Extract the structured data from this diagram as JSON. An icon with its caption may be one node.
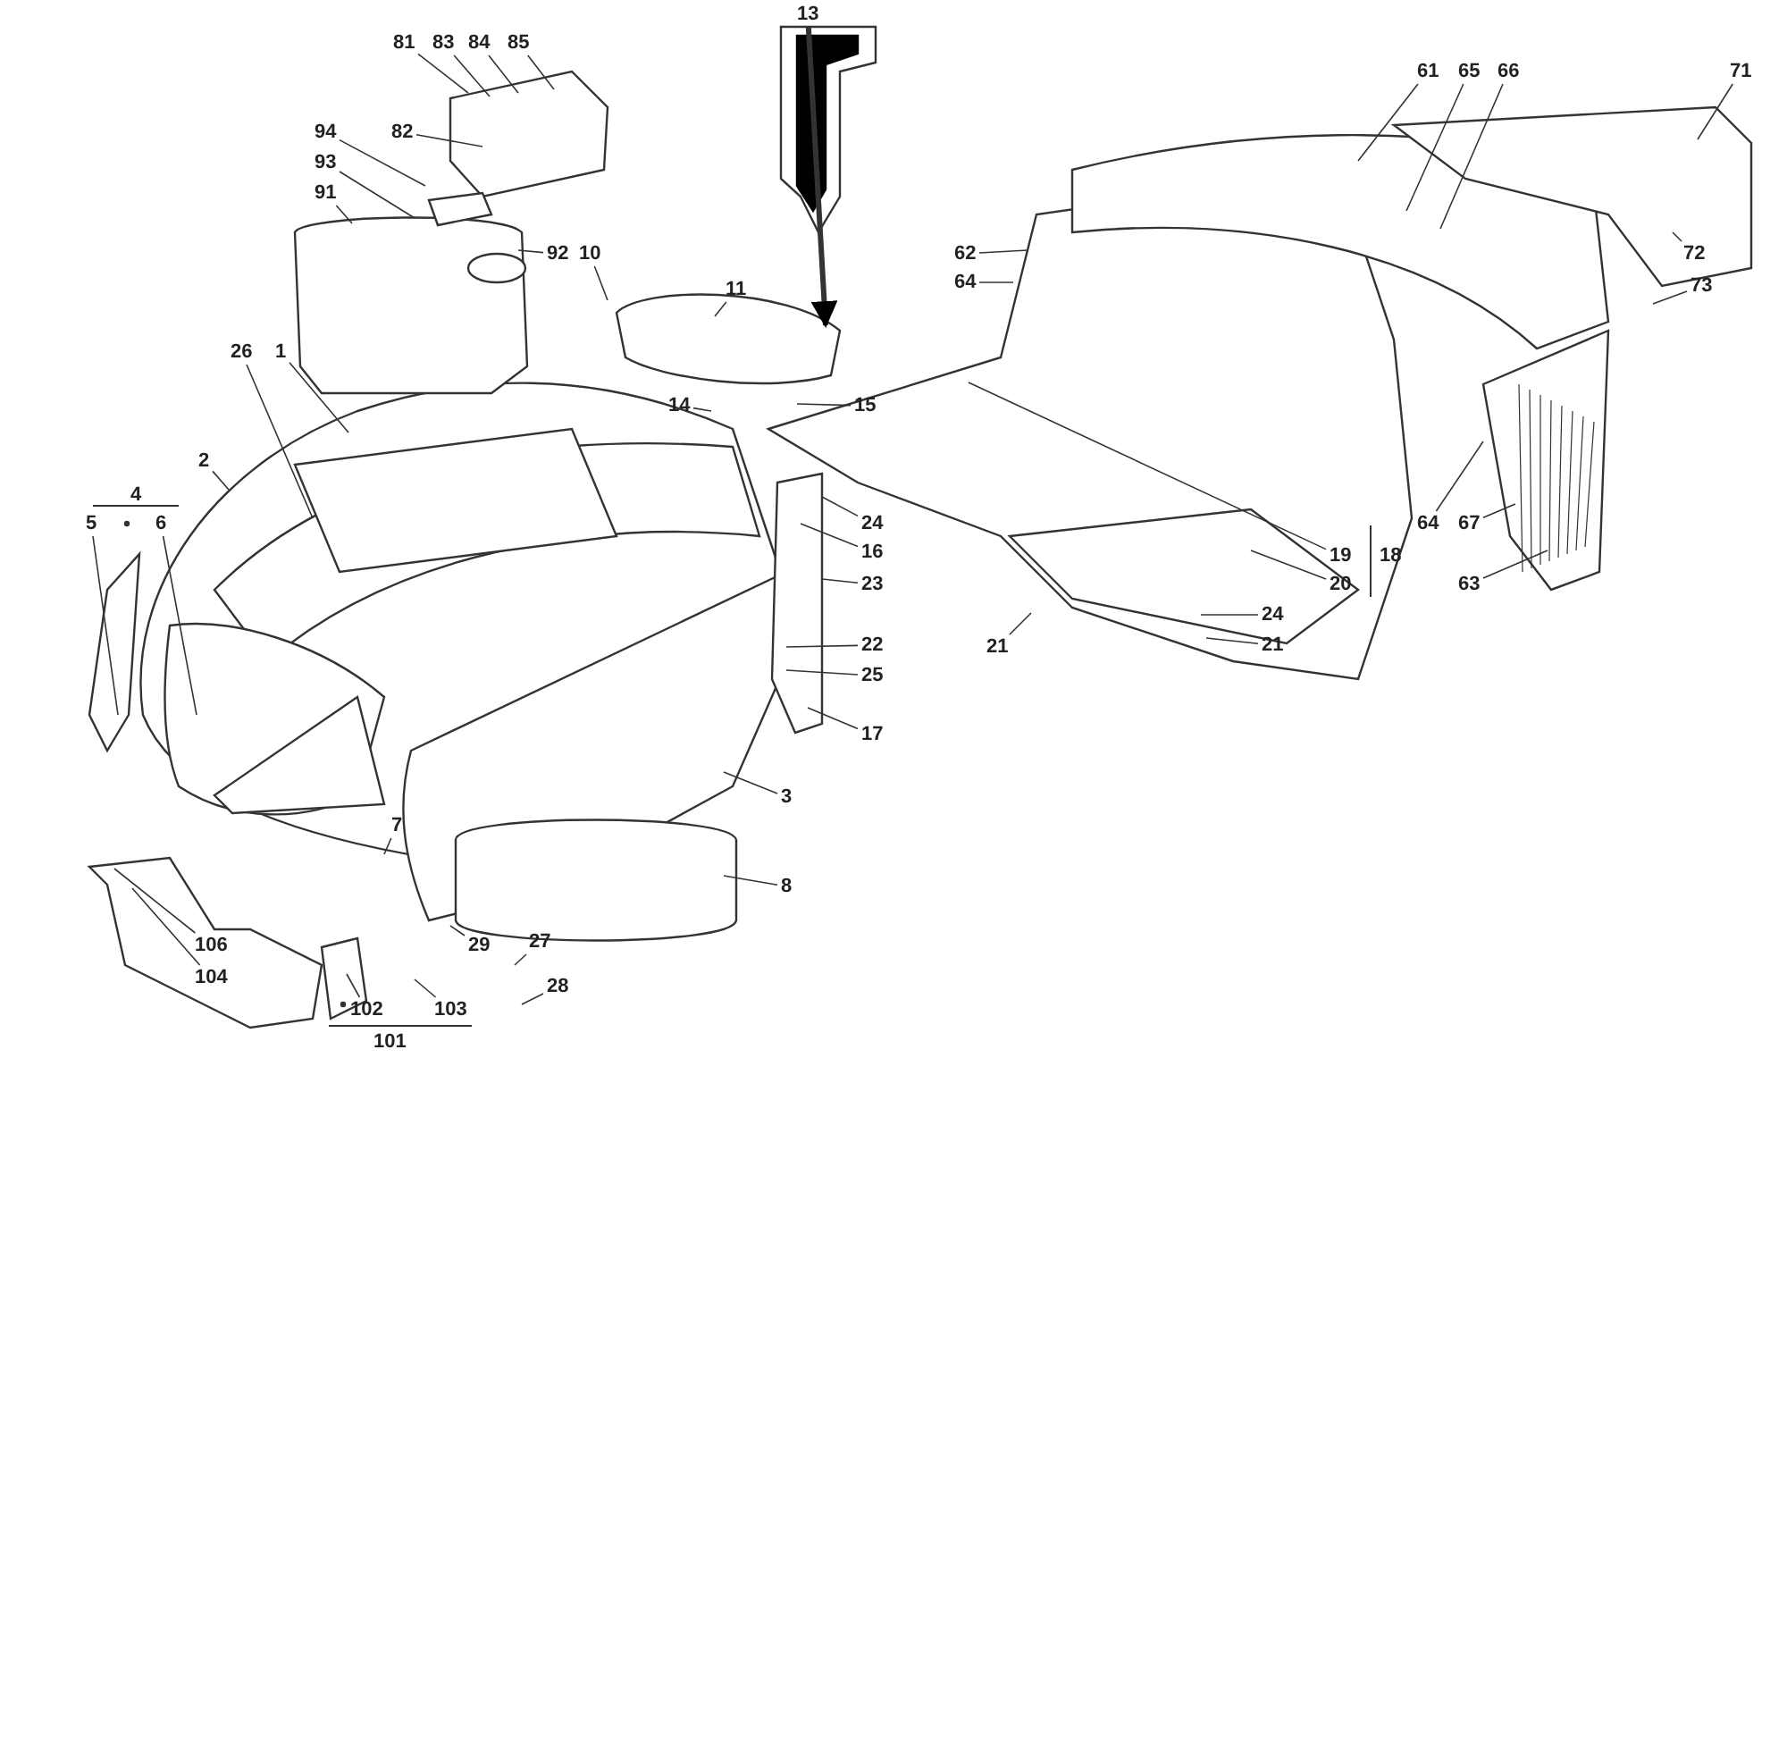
{
  "diagram": {
    "nodes": [
      {
        "text": [
          "13"
        ]
      },
      {
        "text": [
          "81"
        ]
      },
      {
        "text": [
          "83"
        ]
      },
      {
        "text": [
          "84"
        ]
      },
      {
        "text": [
          "85"
        ]
      },
      {
        "text": [
          "61"
        ]
      },
      {
        "text": [
          "65"
        ]
      },
      {
        "text": [
          "66"
        ]
      },
      {
        "text": [
          "71"
        ]
      },
      {
        "text": [
          "94"
        ]
      },
      {
        "text": [
          "82"
        ]
      },
      {
        "text": [
          "93"
        ]
      },
      {
        "text": [
          "91"
        ]
      },
      {
        "text": [
          "62"
        ]
      },
      {
        "text": [
          "92"
        ]
      },
      {
        "text": [
          "10"
        ]
      },
      {
        "text": [
          "11"
        ]
      },
      {
        "text": [
          "72"
        ]
      },
      {
        "text": [
          "73"
        ]
      },
      {
        "text": [
          "64"
        ]
      },
      {
        "text": [
          "26"
        ]
      },
      {
        "text": [
          "1"
        ]
      },
      {
        "text": [
          "14"
        ]
      },
      {
        "text": [
          "15"
        ]
      },
      {
        "text": [
          "19"
        ]
      },
      {
        "text": [
          "20"
        ]
      },
      {
        "text": [
          "2"
        ]
      },
      {
        "text": [
          "5"
        ]
      },
      {
        "text": [
          "6"
        ]
      },
      {
        "text": [
          "24"
        ]
      },
      {
        "text": [
          "64"
        ]
      },
      {
        "text": [
          "67"
        ]
      },
      {
        "text": [
          "16"
        ]
      },
      {
        "text": [
          "23"
        ]
      },
      {
        "text": [
          "63"
        ]
      },
      {
        "text": [
          "21"
        ]
      },
      {
        "text": [
          "24"
        ]
      },
      {
        "text": [
          "21"
        ]
      },
      {
        "text": [
          "22"
        ]
      },
      {
        "text": [
          "25"
        ]
      },
      {
        "text": [
          "17"
        ]
      },
      {
        "text": [
          "3"
        ]
      },
      {
        "text": [
          "7"
        ]
      },
      {
        "text": [
          "8"
        ]
      },
      {
        "text": [
          "106"
        ]
      },
      {
        "text": [
          "29"
        ]
      },
      {
        "text": [
          "27"
        ]
      },
      {
        "text": [
          "104"
        ]
      },
      {
        "text": [
          "28"
        ]
      },
      {
        "text": [
          "102"
        ]
      },
      {
        "text": [
          "103"
        ]
      }
    ],
    "edges": [
      {
        "from": 0,
        "to": null,
        "arrow": "to",
        "style": "thick"
      },
      {
        "from": 1,
        "to": null,
        "arrow": "none"
      },
      {
        "from": 2,
        "to": null,
        "arrow": "none"
      },
      {
        "from": 3,
        "to": null,
        "arrow": "none"
      },
      {
        "from": 4,
        "to": null,
        "arrow": "none"
      },
      {
        "from": 5,
        "to": null,
        "arrow": "none"
      },
      {
        "from": 6,
        "to": null,
        "arrow": "none"
      },
      {
        "from": 7,
        "to": null,
        "arrow": "none"
      },
      {
        "from": 8,
        "to": null,
        "arrow": "none"
      },
      {
        "from": 9,
        "to": null,
        "arrow": "none"
      },
      {
        "from": 10,
        "to": null,
        "arrow": "none"
      },
      {
        "from": 11,
        "to": null,
        "arrow": "none"
      },
      {
        "from": 12,
        "to": null,
        "arrow": "none"
      },
      {
        "from": 13,
        "to": null,
        "arrow": "none"
      },
      {
        "from": 14,
        "to": null,
        "arrow": "none"
      },
      {
        "from": 15,
        "to": null,
        "arrow": "none"
      },
      {
        "from": 16,
        "to": null,
        "arrow": "none"
      },
      {
        "from": 17,
        "to": null,
        "arrow": "none"
      },
      {
        "from": 18,
        "to": null,
        "arrow": "none"
      },
      {
        "from": 19,
        "to": null,
        "arrow": "none"
      },
      {
        "from": 20,
        "to": null,
        "arrow": "none"
      },
      {
        "from": 21,
        "to": null,
        "arrow": "none"
      },
      {
        "from": 22,
        "to": null,
        "arrow": "none"
      },
      {
        "from": 23,
        "to": null,
        "arrow": "none"
      },
      {
        "from": 24,
        "to": null,
        "arrow": "none"
      },
      {
        "from": 25,
        "to": null,
        "arrow": "none"
      },
      {
        "from": 26,
        "to": null,
        "arrow": "none"
      },
      {
        "from": 27,
        "to": null,
        "arrow": "none"
      },
      {
        "from": 28,
        "to": null,
        "arrow": "none"
      },
      {
        "from": 29,
        "to": null,
        "arrow": "none"
      },
      {
        "from": 30,
        "to": null,
        "arrow": "none"
      },
      {
        "from": 31,
        "to": null,
        "arrow": "none"
      },
      {
        "from": 32,
        "to": null,
        "arrow": "none"
      },
      {
        "from": 33,
        "to": null,
        "arrow": "none"
      },
      {
        "from": 34,
        "to": null,
        "arrow": "none"
      },
      {
        "from": 35,
        "to": null,
        "arrow": "none"
      },
      {
        "from": 36,
        "to": null,
        "arrow": "none"
      },
      {
        "from": 37,
        "to": null,
        "arrow": "none"
      },
      {
        "from": 38,
        "to": null,
        "arrow": "none"
      },
      {
        "from": 39,
        "to": null,
        "arrow": "none"
      },
      {
        "from": 40,
        "to": null,
        "arrow": "none"
      },
      {
        "from": 41,
        "to": null,
        "arrow": "none"
      },
      {
        "from": 42,
        "to": null,
        "arrow": "none"
      },
      {
        "from": 43,
        "to": null,
        "arrow": "none"
      },
      {
        "from": 44,
        "to": null,
        "arrow": "none"
      },
      {
        "from": 45,
        "to": null,
        "arrow": "none"
      },
      {
        "from": 46,
        "to": null,
        "arrow": "none"
      },
      {
        "from": 47,
        "to": null,
        "arrow": "none"
      },
      {
        "from": 48,
        "to": null,
        "arrow": "none"
      },
      {
        "from": 49,
        "to": null,
        "arrow": "none"
      },
      {
        "from": 50,
        "to": null,
        "arrow": "none"
      }
    ],
    "labels": [
      "4",
      "18",
      "101"
    ]
  }
}
